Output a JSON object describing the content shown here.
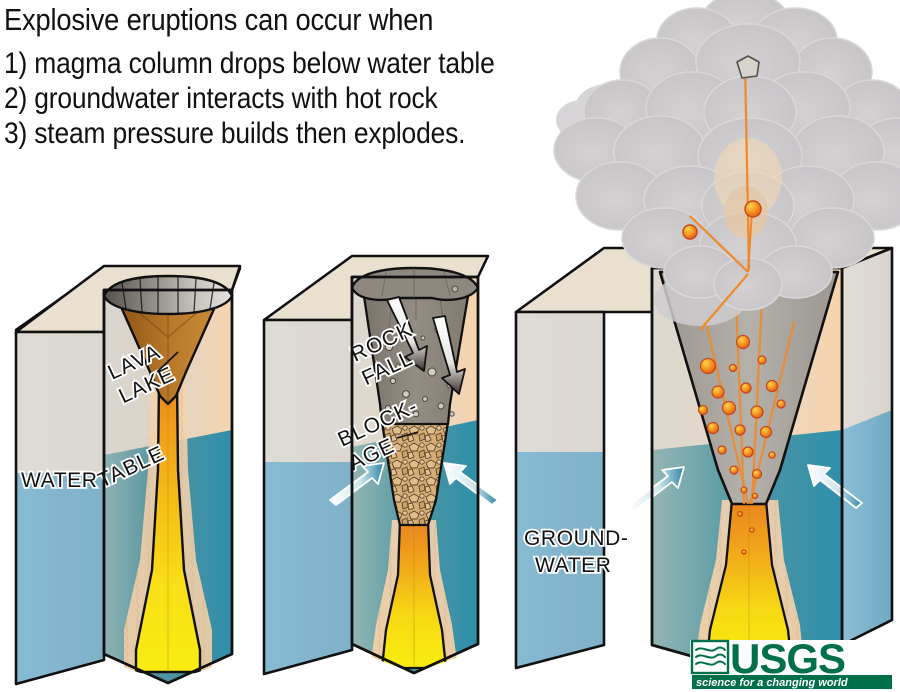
{
  "title": {
    "heading": "Explosive eruptions can occur when",
    "steps": [
      "1) magma column drops below water table",
      "2) groundwater interacts with hot rock",
      "3) steam pressure builds then explodes."
    ]
  },
  "labels": {
    "water": "WATER",
    "table": "TABLE",
    "lava_lake_line1": "LAVA",
    "lava_lake_line2": "LAKE",
    "rock_fall_line1": "ROCK",
    "rock_fall_line2": "FALL",
    "blockage_line1": "BLOCK-",
    "blockage_line2": "AGE",
    "groundwater_line1": "GROUND-",
    "groundwater_line2": "WATER"
  },
  "logo": {
    "name": "USGS",
    "tagline": "science for a changing world"
  },
  "panels": [
    {
      "id": "panel-1",
      "stage_name": "lava-lake-stage",
      "features": [
        "lava-lake",
        "magma-column",
        "water-table",
        "thermal-halo"
      ]
    },
    {
      "id": "panel-2",
      "stage_name": "rockfall-blockage-stage",
      "features": [
        "rock-fall",
        "blockage",
        "groundwater-inflow",
        "magma-column"
      ]
    },
    {
      "id": "panel-3",
      "stage_name": "explosive-eruption-stage",
      "features": [
        "eruption-plume",
        "ballistic-blocks",
        "groundwater-inflow",
        "magma-column"
      ]
    }
  ],
  "colors": {
    "top_face": "#e9e0cf",
    "rock_upper": "#d6d2cc",
    "rock_warm": "#f2cfae",
    "water_front": "#3f93ad",
    "water_side": "#7fb5cf",
    "magma_yellow": "#f7e41c",
    "magma_orange": "#ee7b1e",
    "lava_lake_brown": "#9c5f1f",
    "crater_gray": "#8f8a84",
    "plume_gray": "#c9c7c9",
    "ballistic_orange": "#f08a1e",
    "arrow_blue": "#2f7e9e",
    "usgs_green": "#00704a",
    "outline": "#111111",
    "text": "#111111"
  },
  "icons": {
    "rockfall_arrow": "arrow-down-icon",
    "groundwater_arrow": "arrow-inflow-icon",
    "ballistic_trajectory": "trajectory-line-icon",
    "usgs_wave": "usgs-wave-icon"
  }
}
